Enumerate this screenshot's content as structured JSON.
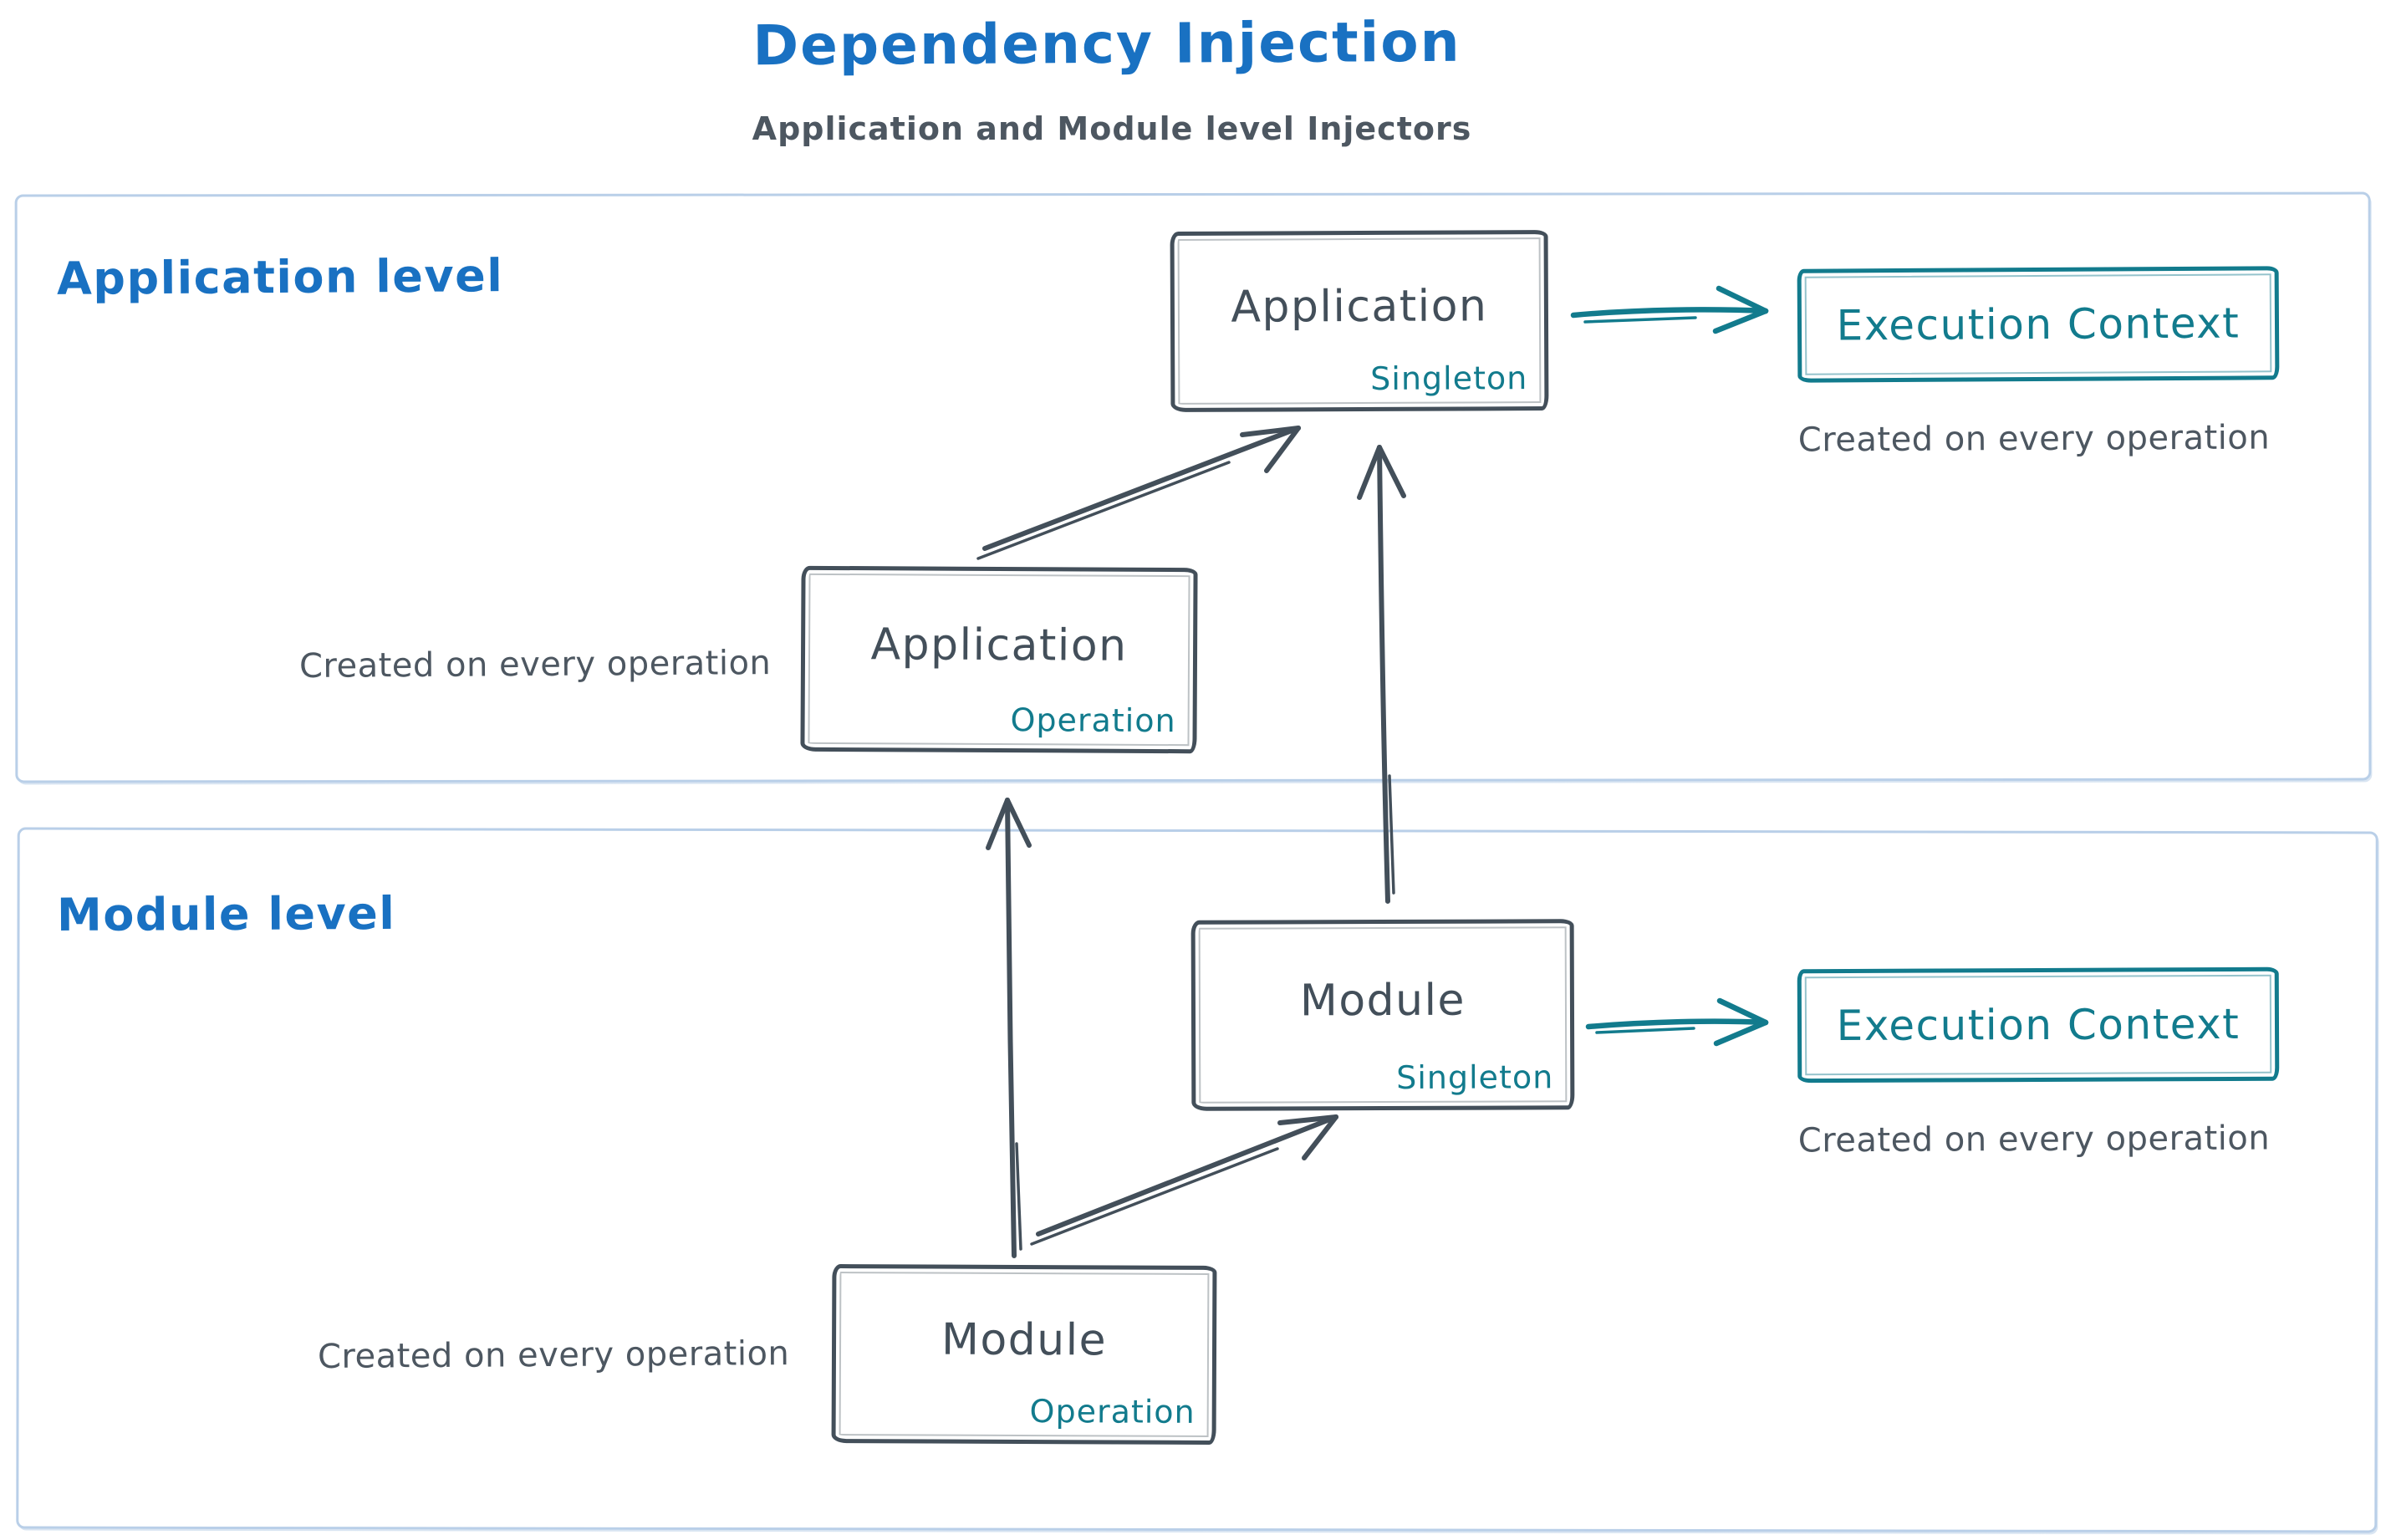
{
  "title": "Dependency Injection",
  "subtitle": "Application and Module level Injectors",
  "colors": {
    "accent_blue": "#1971c2",
    "teal": "#127b8d",
    "dark_slate": "#434f5a",
    "container_border": "#b9cfe8",
    "caption_gray": "#4d5761"
  },
  "application_level": {
    "label": "Application level",
    "singleton_box": {
      "title": "Application",
      "tag": "Singleton"
    },
    "operation_box": {
      "title": "Application",
      "tag": "Operation"
    },
    "operation_caption": "Created on every operation",
    "execution_context": {
      "label": "Execution Context",
      "caption": "Created on every operation"
    }
  },
  "module_level": {
    "label": "Module level",
    "singleton_box": {
      "title": "Module",
      "tag": "Singleton"
    },
    "operation_box": {
      "title": "Module",
      "tag": "Operation"
    },
    "operation_caption": "Created on every operation",
    "execution_context": {
      "label": "Execution Context",
      "caption": "Created on every operation"
    }
  }
}
